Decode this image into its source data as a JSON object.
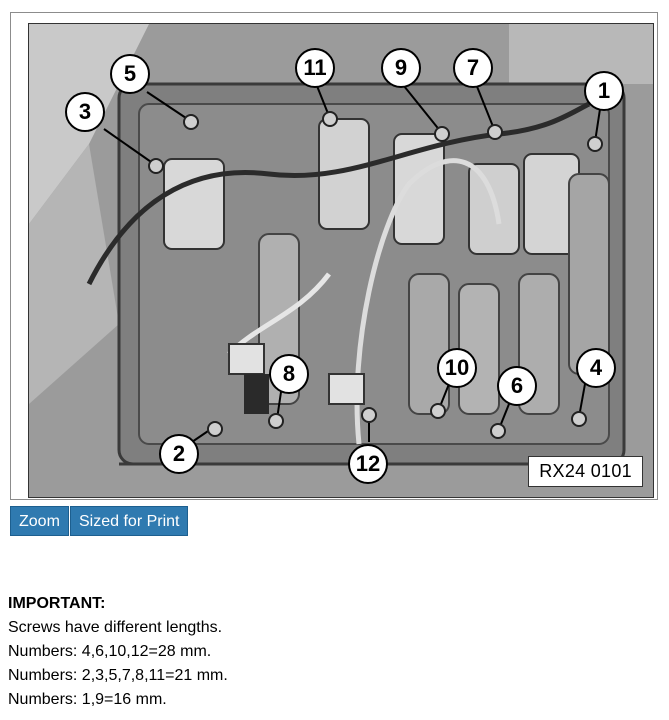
{
  "figure": {
    "reference_code": "RX24 0101",
    "callouts": [
      "1",
      "2",
      "3",
      "4",
      "5",
      "6",
      "7",
      "8",
      "9",
      "10",
      "11",
      "12"
    ]
  },
  "buttons": {
    "zoom_label": "Zoom",
    "print_label": "Sized for Print"
  },
  "note": {
    "heading": "IMPORTANT:",
    "lines": [
      "Screws have different lengths.",
      "Numbers: 4,6,10,12=28 mm.",
      "Numbers: 2,3,5,7,8,11=21 mm.",
      "Numbers: 1,9=16 mm."
    ]
  },
  "colors": {
    "button_bg": "#2f7ab0",
    "button_text": "#ffffff"
  }
}
